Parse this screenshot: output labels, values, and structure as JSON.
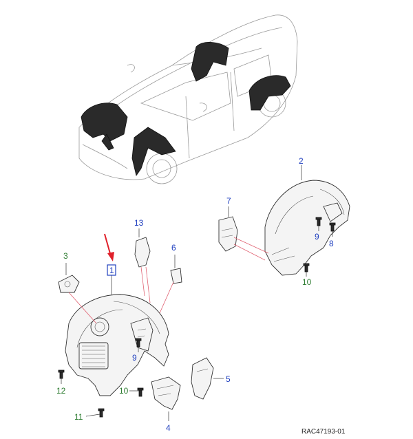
{
  "callouts": {
    "c1": "1",
    "c2": "2",
    "c3": "3",
    "c4": "4",
    "c5": "5",
    "c6": "6",
    "c7": "7",
    "c8": "8",
    "c9a": "9",
    "c9b": "9",
    "c10a": "10",
    "c10b": "10",
    "c11": "11",
    "c12": "12",
    "c13": "13"
  },
  "reference_code": "RAC47193-01",
  "colors": {
    "callout_blue": "#1f3fbf",
    "callout_green": "#2e7d32",
    "highlight_arrow": "#e0202a",
    "leader_pink": "#e06070"
  }
}
